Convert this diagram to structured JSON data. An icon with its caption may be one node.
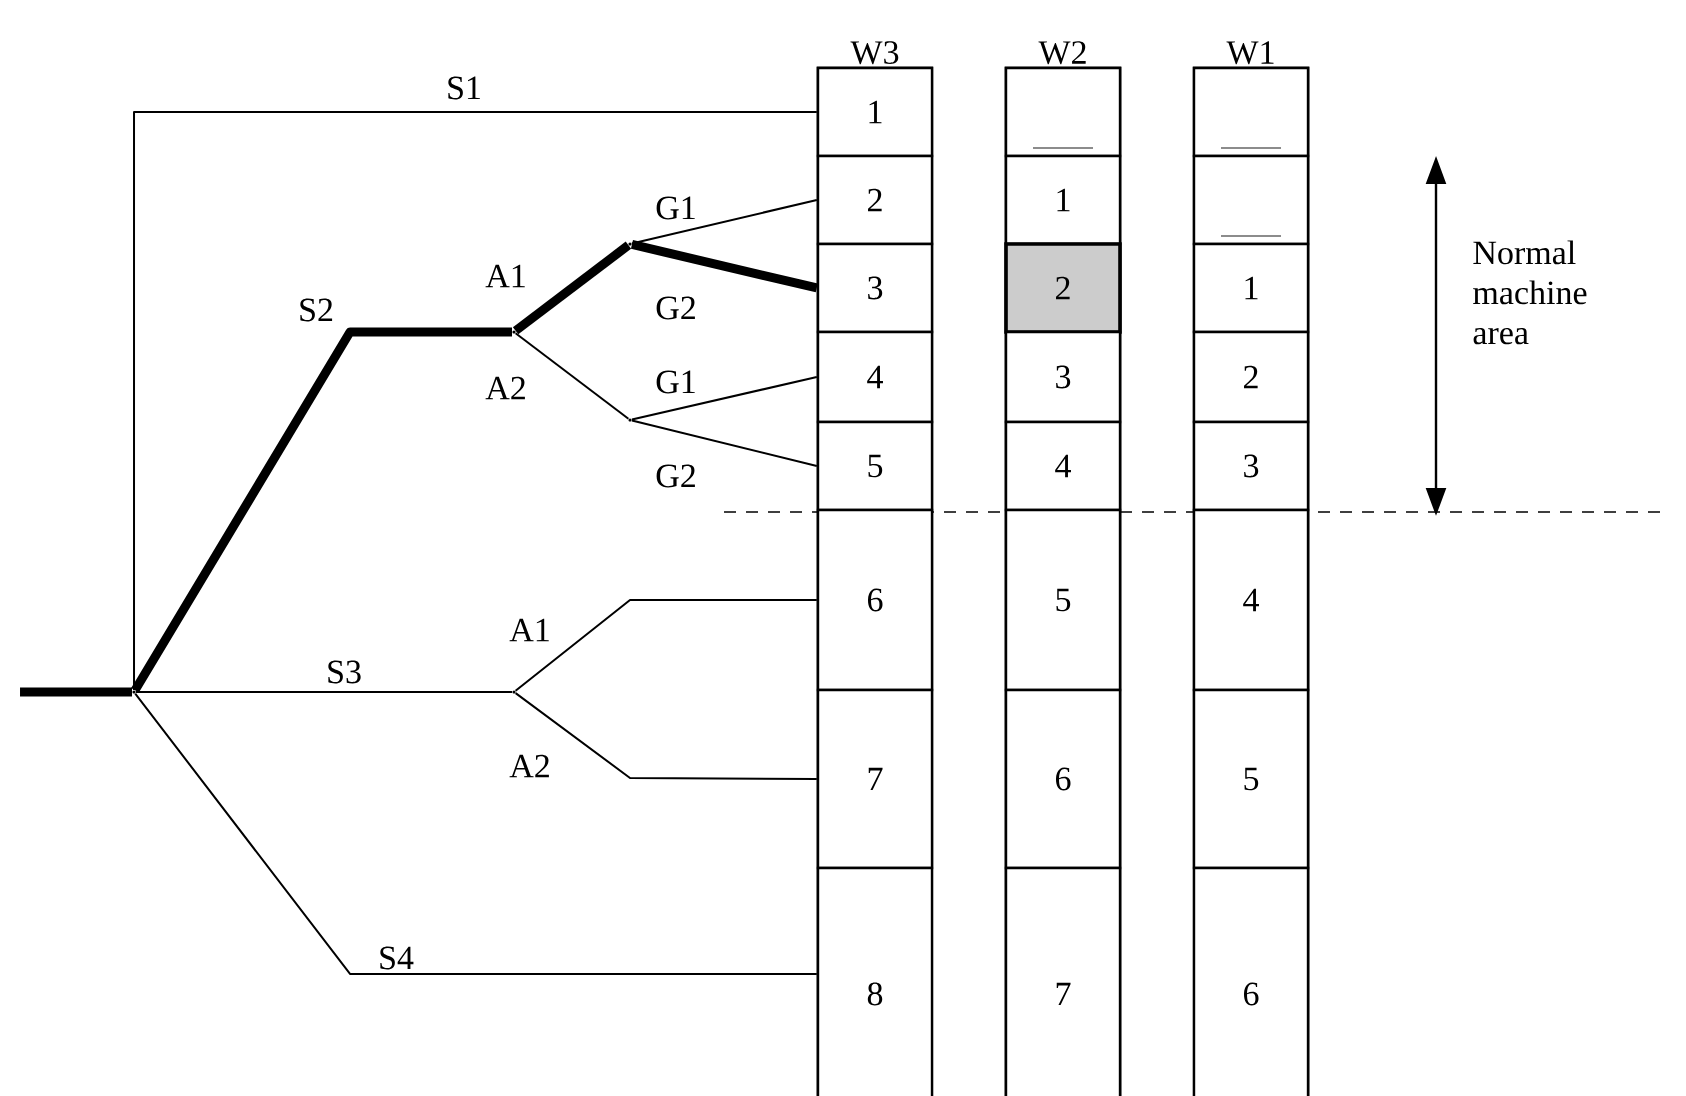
{
  "diagram": {
    "nodes": [
      {
        "text": [
          "W3"
        ]
      },
      {
        "text": [
          "1"
        ],
        "in": 0
      },
      {
        "text": [
          "2"
        ],
        "in": 0
      },
      {
        "text": [
          "3"
        ],
        "in": 0
      },
      {
        "text": [
          "4"
        ],
        "in": 0
      },
      {
        "text": [
          "5"
        ],
        "in": 0
      },
      {
        "text": [
          "6"
        ],
        "in": 0
      },
      {
        "text": [
          "7"
        ],
        "in": 0
      },
      {
        "text": [
          "8"
        ],
        "in": 0
      },
      {
        "text": [
          "W2"
        ]
      },
      {
        "text": [],
        "shape": "box",
        "in": 9
      },
      {
        "text": [
          "1"
        ],
        "in": 9
      },
      {
        "text": [
          "2"
        ],
        "in": 9
      },
      {
        "text": [
          "3"
        ],
        "in": 9
      },
      {
        "text": [
          "4"
        ],
        "in": 9
      },
      {
        "text": [
          "5"
        ],
        "in": 9
      },
      {
        "text": [
          "6"
        ],
        "in": 9
      },
      {
        "text": [
          "7"
        ],
        "in": 9
      },
      {
        "text": [
          "W1"
        ]
      },
      {
        "text": [],
        "shape": "box",
        "in": 18
      },
      {
        "text": [],
        "shape": "box",
        "in": 18
      },
      {
        "text": [
          "1"
        ],
        "in": 18
      },
      {
        "text": [
          "2"
        ],
        "in": 18
      },
      {
        "text": [
          "3"
        ],
        "in": 18
      },
      {
        "text": [
          "4"
        ],
        "in": 18
      },
      {
        "text": [
          "5"
        ],
        "in": 18
      },
      {
        "text": [
          "6"
        ],
        "in": 18
      },
      {
        "text": [],
        "shape": "point"
      },
      {
        "text": [],
        "shape": "point"
      },
      {
        "text": [],
        "shape": "point"
      },
      {
        "text": [],
        "shape": "point"
      },
      {
        "text": [],
        "shape": "point"
      }
    ],
    "edges": [
      {
        "from": null,
        "to": 27,
        "arrow": "none",
        "style": "thick"
      },
      {
        "from": 27,
        "to": 1,
        "arrow": "none",
        "label": "S1"
      },
      {
        "from": 27,
        "to": 28,
        "arrow": "none",
        "label": "S2",
        "style": "thick"
      },
      {
        "from": 28,
        "to": 29,
        "arrow": "none",
        "label": "A1",
        "style": "thick"
      },
      {
        "from": 28,
        "to": 30,
        "arrow": "none",
        "label": "A2"
      },
      {
        "from": 29,
        "to": 2,
        "arrow": "none",
        "label": "G1"
      },
      {
        "from": 29,
        "to": 3,
        "arrow": "none",
        "label": "G2",
        "style": "thick"
      },
      {
        "from": 30,
        "to": 4,
        "arrow": "none",
        "label": "G1"
      },
      {
        "from": 30,
        "to": 5,
        "arrow": "none",
        "label": "G2"
      },
      {
        "from": 27,
        "to": 31,
        "arrow": "none",
        "label": "S3"
      },
      {
        "from": 31,
        "to": 6,
        "arrow": "none",
        "label": "A1"
      },
      {
        "from": 31,
        "to": 7,
        "arrow": "none",
        "label": "A2"
      },
      {
        "from": 27,
        "to": 8,
        "arrow": "none",
        "label": "S4"
      }
    ],
    "labels": [
      "Normal machine area"
    ]
  }
}
